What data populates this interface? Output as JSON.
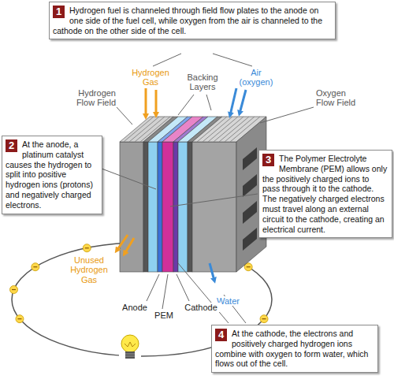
{
  "diagram": {
    "nodes": [
      {
        "text": [
          "1",
          "Hydrogen fuel is channeled through field flow plates to the anode on one side of the fuel cell, while oxygen from the air is channeled to the cathode on the other side of the cell."
        ]
      },
      {
        "text": [
          "2",
          "At the anode, a platinum catalyst causes the hydrogen to split into positive hydrogen ions (protons) and negatively charged electrons."
        ]
      },
      {
        "text": [
          "3",
          "The Polymer Electrolyte Membrane (PEM) allows only the positively charged ions to pass through it to the cathode. The negatively charged electrons must travel along an external circuit to the cathode, creating an electrical current."
        ]
      },
      {
        "text": [
          "4",
          "At the cathode, the electrons and positively charged hydrogen ions combine with oxygen to form water, which flows out of the cell."
        ]
      }
    ],
    "labels": [
      "Hydrogen Gas",
      "Backing Layers",
      "Air (oxygen)",
      "Hydrogen Flow Field",
      "Oxygen Flow Field",
      "Unused Hydrogen Gas",
      "Water",
      "Anode",
      "PEM",
      "Cathode"
    ]
  }
}
